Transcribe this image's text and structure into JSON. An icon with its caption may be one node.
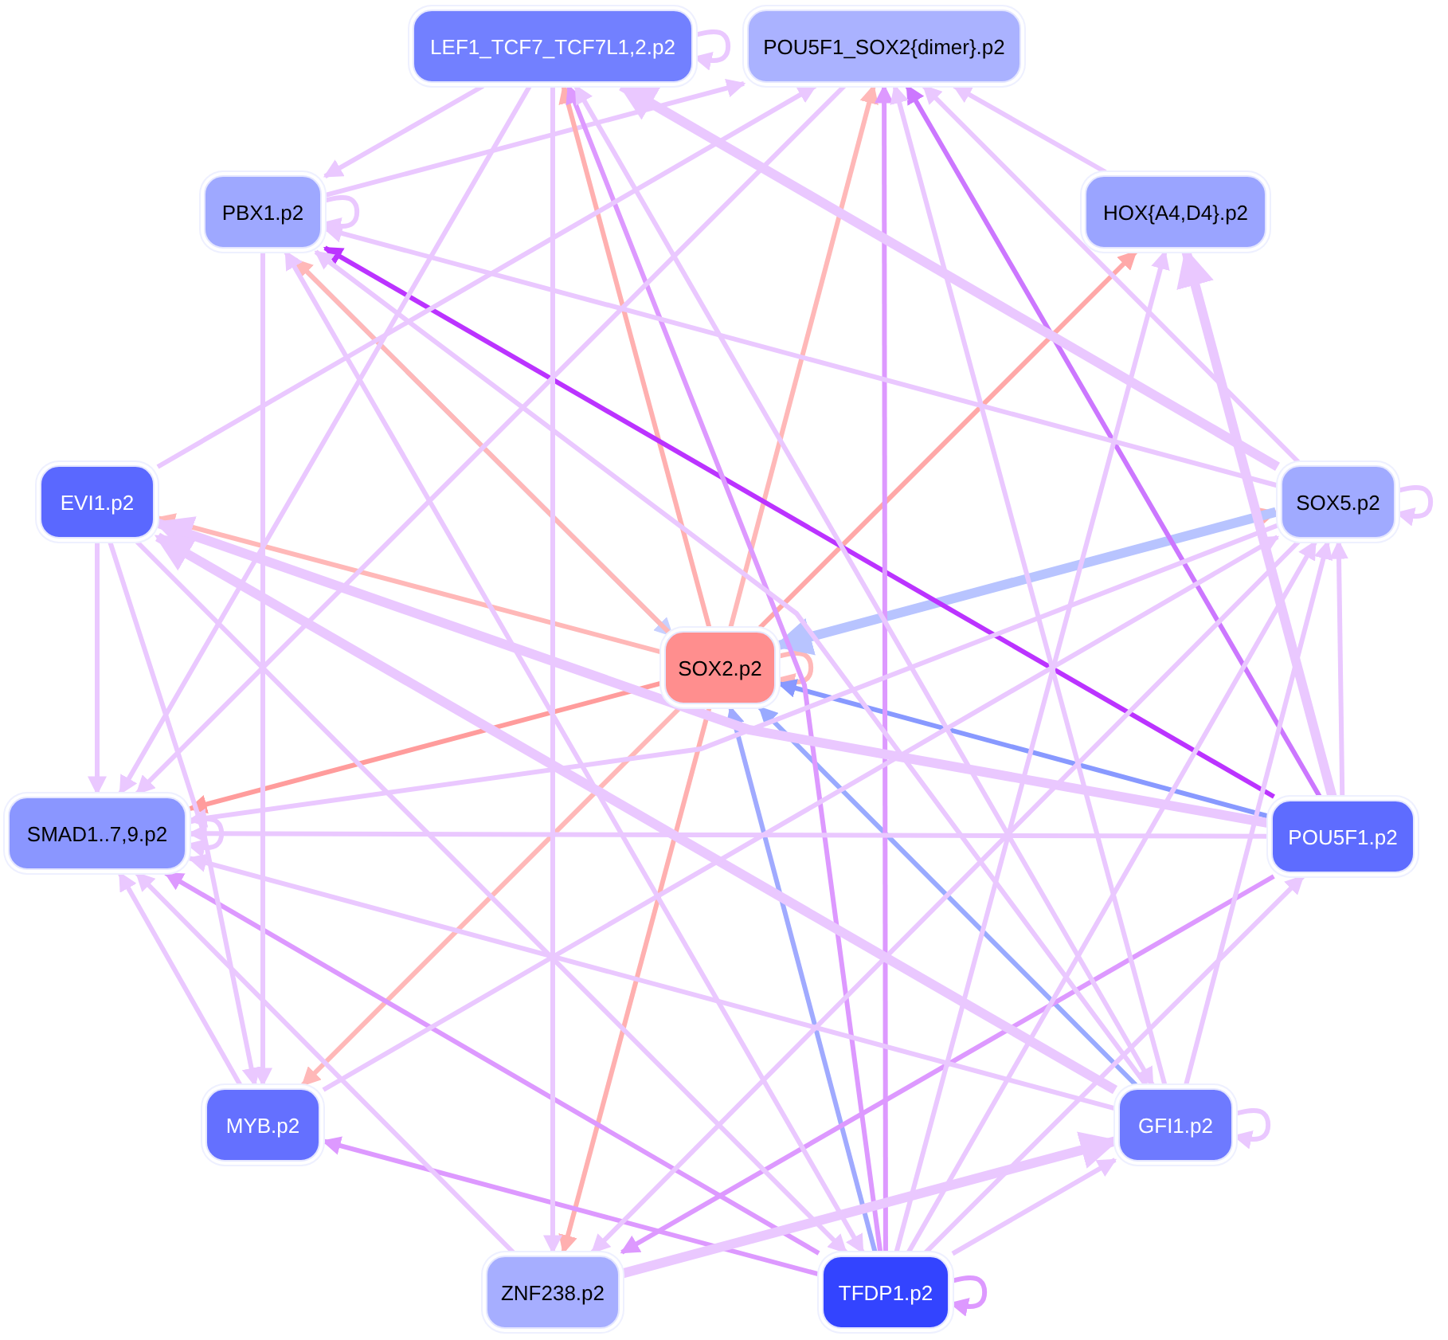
{
  "diagram": {
    "nodes": [
      {
        "text": [
          "LEF1_TCF7_TCF7L1,2.p2"
        ]
      },
      {
        "text": [
          "POU5F1_SOX2{dimer}.p2"
        ]
      },
      {
        "text": [
          "PBX1.p2"
        ]
      },
      {
        "text": [
          "HOX{A4,D4}.p2"
        ]
      },
      {
        "text": [
          "EVI1.p2"
        ]
      },
      {
        "text": [
          "SOX5.p2"
        ]
      },
      {
        "text": [
          "SOX2.p2"
        ]
      },
      {
        "text": [
          "SMAD1..7,9.p2"
        ]
      },
      {
        "text": [
          "POU5F1.p2"
        ]
      },
      {
        "text": [
          "MYB.p2"
        ]
      },
      {
        "text": [
          "GFI1.p2"
        ]
      },
      {
        "text": [
          "ZNF238.p2"
        ]
      },
      {
        "text": [
          "TFDP1.p2"
        ]
      }
    ],
    "edges": [
      {
        "from": 0,
        "to": 0,
        "arrow": "to"
      },
      {
        "from": 2,
        "to": 2,
        "arrow": "to"
      },
      {
        "from": 5,
        "to": 5,
        "arrow": "to"
      },
      {
        "from": 6,
        "to": 6,
        "arrow": "to",
        "color": "#ffb8b8"
      },
      {
        "from": 7,
        "to": 7,
        "arrow": "to"
      },
      {
        "from": 10,
        "to": 10,
        "arrow": "to"
      },
      {
        "from": 12,
        "to": 12,
        "arrow": "to",
        "color": "#dd99ff"
      },
      {
        "from": 0,
        "to": 2,
        "arrow": "to"
      },
      {
        "from": 2,
        "to": 1,
        "arrow": "to"
      },
      {
        "from": 6,
        "to": 0,
        "arrow": "to",
        "color": "#ffb0b0"
      },
      {
        "from": 6,
        "to": 1,
        "arrow": "to",
        "color": "#ffb8b8"
      },
      {
        "from": 6,
        "to": 3,
        "arrow": "to",
        "color": "#ffa8a8"
      },
      {
        "from": 6,
        "to": 4,
        "arrow": "to",
        "color": "#ffb8b8"
      },
      {
        "from": 6,
        "to": 7,
        "arrow": "to",
        "color": "#ff9c9c"
      },
      {
        "from": 6,
        "to": 9,
        "arrow": "to",
        "color": "#ffb8b8"
      },
      {
        "from": 6,
        "to": 11,
        "arrow": "to",
        "color": "#ffb0b0"
      },
      {
        "from": 6,
        "to": 5,
        "arrow": "to",
        "color": "#ffb0b0"
      },
      {
        "from": 5,
        "to": 6,
        "arrow": "to",
        "color": "#b8c4ff",
        "style": "thick"
      },
      {
        "from": 2,
        "to": 6,
        "arrow": "to",
        "color": "#c8d0ff"
      },
      {
        "from": 6,
        "to": 2,
        "arrow": "to",
        "color": "#ffb8b8"
      },
      {
        "from": 8,
        "to": 2,
        "arrow": "to",
        "color": "#bb33ff"
      },
      {
        "from": 8,
        "to": 6,
        "arrow": "to",
        "color": "#8899ff"
      },
      {
        "from": 10,
        "to": 6,
        "arrow": "to",
        "color": "#99aaff"
      },
      {
        "from": 12,
        "to": 6,
        "arrow": "to",
        "color": "#a0aaff"
      },
      {
        "from": 8,
        "to": 1,
        "arrow": "to",
        "color": "#cc77ff"
      },
      {
        "from": 12,
        "to": 1,
        "arrow": "to",
        "color": "#dd99ff"
      },
      {
        "from": 12,
        "to": 0,
        "arrow": "to",
        "color": "#dd99ff"
      },
      {
        "from": 12,
        "to": 9,
        "arrow": "to",
        "color": "#dd99ff"
      },
      {
        "from": 12,
        "to": 7,
        "arrow": "to",
        "color": "#dd99ff"
      },
      {
        "from": 8,
        "to": 11,
        "arrow": "to",
        "color": "#dd99ff"
      },
      {
        "from": 3,
        "to": 1,
        "arrow": "to"
      },
      {
        "from": 5,
        "to": 0,
        "arrow": "to",
        "style": "thick"
      },
      {
        "from": 5,
        "to": 2,
        "arrow": "to"
      },
      {
        "from": 5,
        "to": 1,
        "arrow": "to"
      },
      {
        "from": 8,
        "to": 3,
        "arrow": "to",
        "style": "thick"
      },
      {
        "from": 8,
        "to": 4,
        "arrow": "to",
        "style": "thick"
      },
      {
        "from": 10,
        "to": 4,
        "arrow": "to",
        "style": "thick"
      },
      {
        "from": 11,
        "to": 10,
        "arrow": "to",
        "style": "thick"
      },
      {
        "from": 12,
        "to": 10,
        "arrow": "to"
      },
      {
        "from": 12,
        "to": 5,
        "arrow": "to"
      },
      {
        "from": 10,
        "to": 5,
        "arrow": "to"
      },
      {
        "from": 12,
        "to": 8,
        "arrow": "to"
      },
      {
        "from": 8,
        "to": 5,
        "arrow": "to"
      },
      {
        "from": 4,
        "to": 7,
        "arrow": "to"
      },
      {
        "from": 4,
        "to": 9,
        "arrow": "to"
      },
      {
        "from": 2,
        "to": 9,
        "arrow": "to"
      },
      {
        "from": 2,
        "to": 12,
        "arrow": "both"
      },
      {
        "from": 0,
        "to": 7,
        "arrow": "to"
      },
      {
        "from": 0,
        "to": 11,
        "arrow": "to"
      },
      {
        "from": 0,
        "to": 10,
        "arrow": "both"
      },
      {
        "from": 1,
        "to": 7,
        "arrow": "to"
      },
      {
        "from": 4,
        "to": 1,
        "arrow": "to"
      },
      {
        "from": 9,
        "to": 5,
        "arrow": "to"
      },
      {
        "from": 8,
        "to": 7,
        "arrow": "to"
      },
      {
        "from": 10,
        "to": 7,
        "arrow": "to"
      },
      {
        "from": 9,
        "to": 7,
        "arrow": "to"
      },
      {
        "from": 11,
        "to": 7,
        "arrow": "to"
      },
      {
        "from": 5,
        "to": 7,
        "arrow": "to"
      },
      {
        "from": 4,
        "to": 12,
        "arrow": "to"
      },
      {
        "from": 5,
        "to": 11,
        "arrow": "to"
      },
      {
        "from": 10,
        "to": 1,
        "arrow": "to"
      },
      {
        "from": 12,
        "to": 3,
        "arrow": "to"
      },
      {
        "from": 10,
        "to": 2,
        "arrow": "to"
      }
    ]
  }
}
